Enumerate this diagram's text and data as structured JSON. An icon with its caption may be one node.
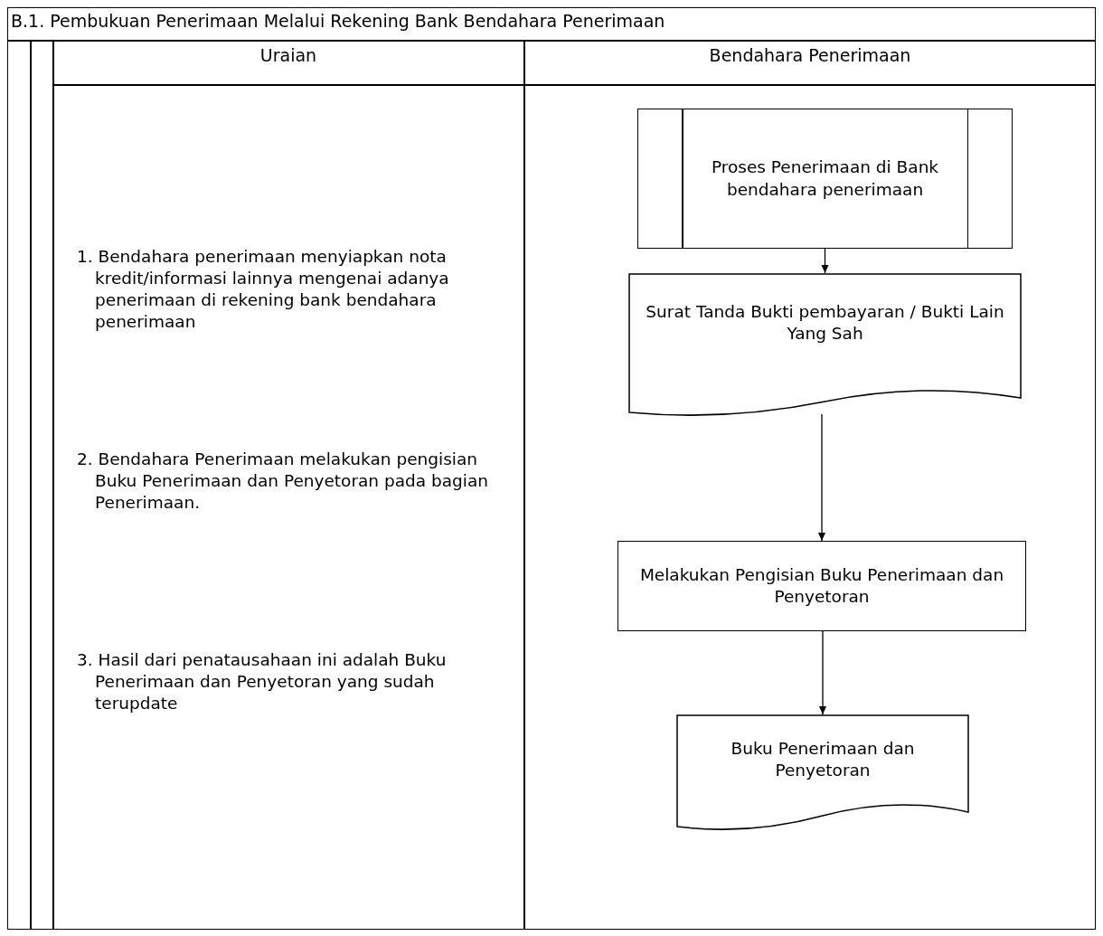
{
  "diagram": {
    "title": "B.1. Pembukuan Penerimaan Melalui Rekening Bank Bendahara Penerimaan",
    "nodes": [
      {
        "text": [
          "Proses Penerimaan di Bank bendahara penerimaan"
        ]
      },
      {
        "text": [
          "Surat Tanda Bukti pembayaran / Bukti Lain Yang Sah"
        ]
      },
      {
        "text": [
          "Melakukan Pengisian Buku Penerimaan dan Penyetoran"
        ]
      },
      {
        "text": [
          "Buku Penerimaan dan Penyetoran"
        ]
      }
    ],
    "edges": [
      {
        "from": 0,
        "to": 1,
        "arrow": "to"
      },
      {
        "from": 1,
        "to": 2,
        "arrow": "to"
      },
      {
        "from": 2,
        "to": 3,
        "arrow": "to"
      }
    ],
    "labels": [
      "Uraian",
      "Bendahara Penerimaan",
      "1. Bendahara penerimaan menyiapkan nota kredit/informasi lainnya mengenai adanya penerimaan di rekening bank bendahara penerimaan",
      "2. Bendahara Penerimaan melakukan pengisian Buku Penerimaan dan Penyetoran pada bagian Penerimaan.",
      "3. Hasil dari penatausahaan ini adalah Buku Penerimaan dan Penyetoran yang sudah terupdate"
    ]
  }
}
